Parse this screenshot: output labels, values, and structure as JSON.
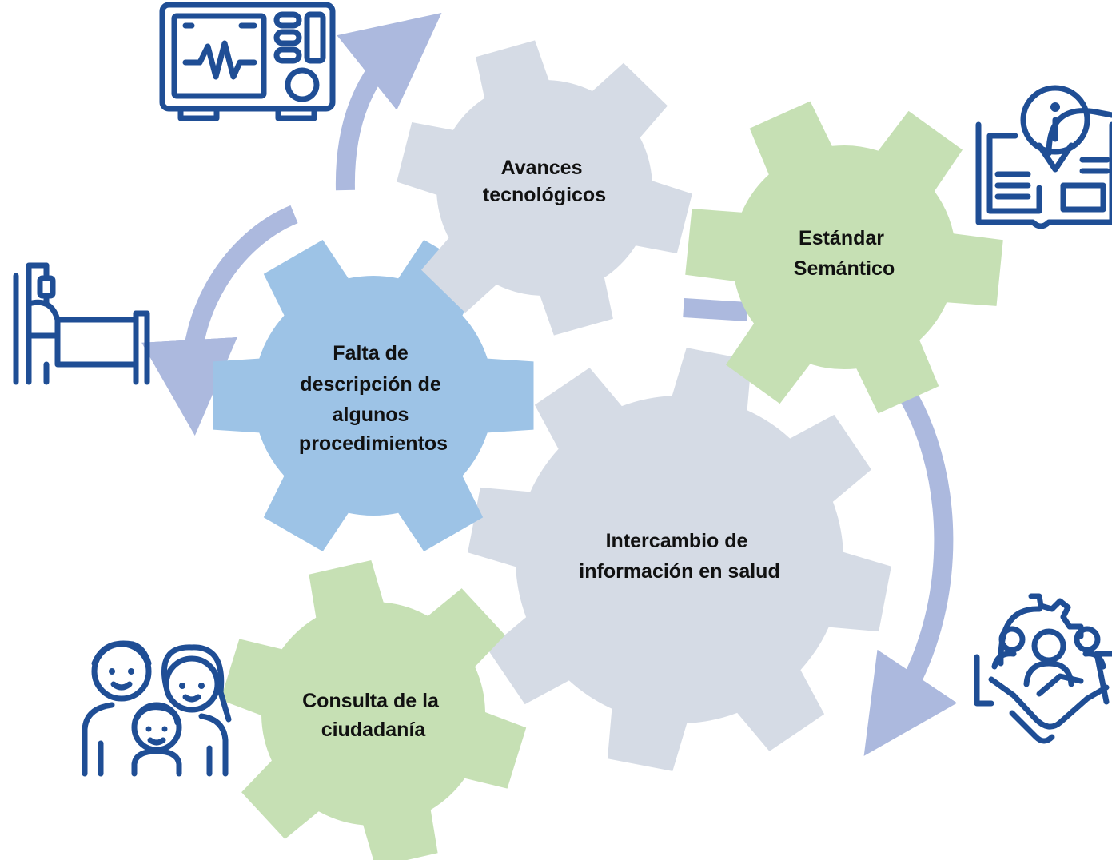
{
  "colors": {
    "gear_gray": "#d5dbe5",
    "gear_blue": "#9dc3e6",
    "gear_green": "#c6e0b4",
    "arrow": "#acb9de",
    "icon": "#1f4e95",
    "text": "#111111"
  },
  "gears": [
    {
      "id": "avances",
      "color": "gear_gray",
      "teeth": 6,
      "lines": [
        "Avances",
        "tecnológicos"
      ]
    },
    {
      "id": "estandar",
      "color": "gear_green",
      "teeth": 6,
      "lines": [
        "Estándar",
        "Semántico"
      ]
    },
    {
      "id": "falta",
      "color": "gear_blue",
      "teeth": 6,
      "lines": [
        "Falta de",
        "descripción de",
        "algunos",
        "procedimientos"
      ]
    },
    {
      "id": "intercambio",
      "color": "gear_gray",
      "teeth": 8,
      "lines": [
        "Intercambio de",
        "información en salud"
      ]
    },
    {
      "id": "consulta",
      "color": "gear_green",
      "teeth": 6,
      "lines": [
        "Consulta de la",
        "ciudadanía"
      ]
    }
  ],
  "icons": [
    {
      "id": "monitor",
      "name": "medical-monitor-icon"
    },
    {
      "id": "book",
      "name": "info-book-icon"
    },
    {
      "id": "bed",
      "name": "hospital-bed-icon"
    },
    {
      "id": "family",
      "name": "family-icon"
    },
    {
      "id": "handshake",
      "name": "team-handshake-icon"
    }
  ]
}
